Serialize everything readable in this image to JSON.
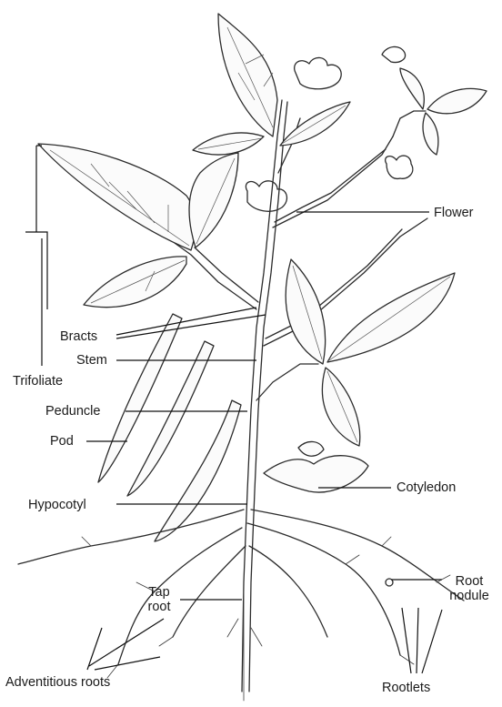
{
  "labels": {
    "flower": "Flower",
    "bracts": "Bracts",
    "stem": "Stem",
    "trifoliate": "Trifoliate",
    "peduncle": "Peduncle",
    "pod": "Pod",
    "hypocotyl": "Hypocotyl",
    "cotyledon": "Cotyledon",
    "tap_root": "Tap\nroot",
    "root_nodule": "Root\nnodule",
    "adventitious_roots": "Adventitious roots",
    "rootlets": "Rootlets"
  }
}
